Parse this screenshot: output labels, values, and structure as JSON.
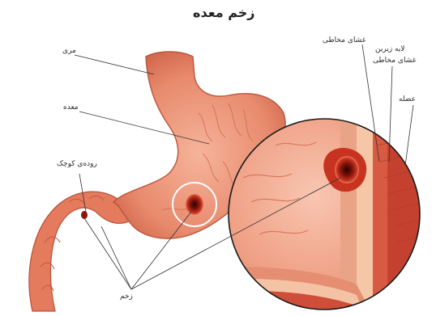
{
  "title": "زخم معده",
  "labels": {
    "esophagus": "مری",
    "stomach": "معده",
    "small_intestine": "روده‌ی کوچک",
    "mucosa": "غشای مخاطی",
    "submucosa_line1": "لایه زیرین",
    "submucosa_line2": "غشای مخاطی",
    "muscle": "عضله",
    "ulcer": "زخم"
  },
  "colors": {
    "stomach_outer": "#e2785c",
    "stomach_inner": "#f3a88d",
    "intestine": "#e07a5a",
    "ulcer": "#9b1b10",
    "ulcer_core": "#3a0503",
    "muscle_layer": "#d24a3a",
    "leader_line": "#333333"
  }
}
